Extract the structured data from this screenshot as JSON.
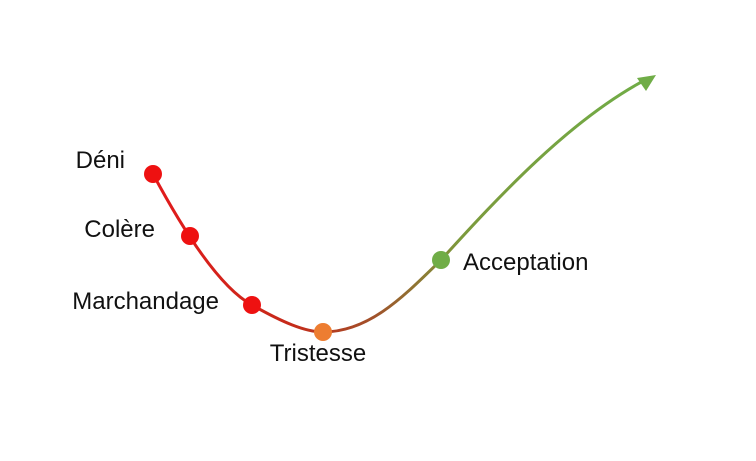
{
  "stages": [
    {
      "label": "Déni",
      "color": "#ee1111"
    },
    {
      "label": "Colère",
      "color": "#ee1111"
    },
    {
      "label": "Marchandage",
      "color": "#ee1111"
    },
    {
      "label": "Tristesse",
      "color": "#ed7d31"
    },
    {
      "label": "Acceptation",
      "color": "#70ad47"
    }
  ],
  "curve": {
    "start_color": "#e31a1c",
    "end_color": "#70ad47",
    "arrow_color": "#70ad47"
  }
}
